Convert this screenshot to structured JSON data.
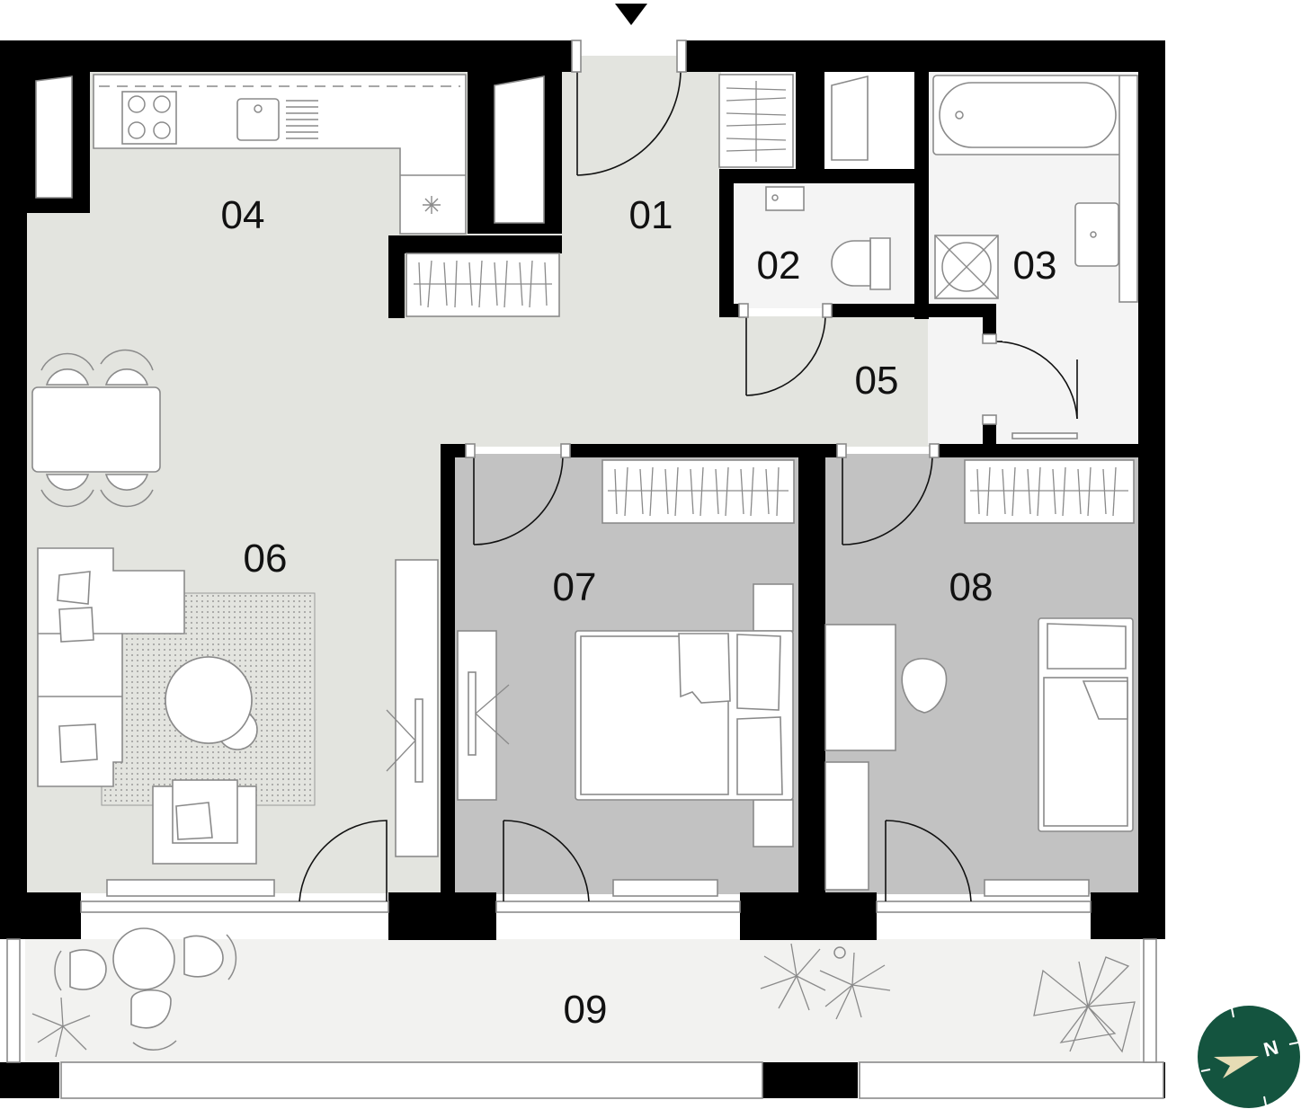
{
  "plan": {
    "rooms": [
      {
        "id": "01"
      },
      {
        "id": "02"
      },
      {
        "id": "03"
      },
      {
        "id": "04"
      },
      {
        "id": "05"
      },
      {
        "id": "06"
      },
      {
        "id": "07"
      },
      {
        "id": "08"
      },
      {
        "id": "09"
      }
    ],
    "compass": {
      "letter": "N"
    },
    "colors": {
      "wall": "#000000",
      "floor_day": "#e3e4df",
      "floor_wet": "#f4f4f4",
      "floor_bedroom": "#c2c2c2",
      "terrace": "#f2f2f0",
      "compass_bg": "#14543f",
      "compass_arrow": "#e6dcb5"
    }
  }
}
